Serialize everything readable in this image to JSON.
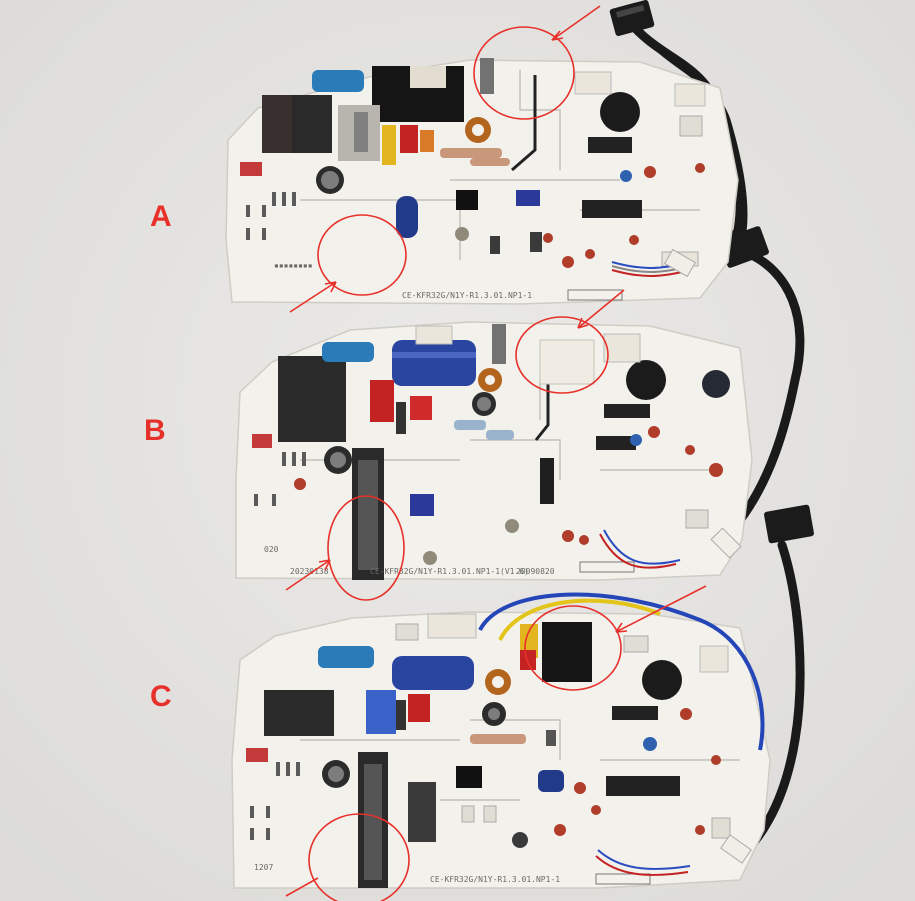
{
  "labels": {
    "board_a": "A",
    "board_b": "B",
    "board_c": "C"
  },
  "silkscreen": {
    "board_a_code": "CE-KFR32G/N1Y-R1.3.01.NP1-1",
    "board_b_code": "CE-KFR32G/N1Y-R1.3.01.NP1-1(V1.6)",
    "board_b_date": "20090820",
    "board_b_date_left": "20230138",
    "board_c_code": "CE-KFR32G/N1Y-R1.3.01.NP1-1",
    "board_b_small": "020",
    "board_c_small": "1207"
  },
  "colors": {
    "background": "#e6e5e3",
    "pcb": "#f3f1ec",
    "annotation": "#e8302a",
    "cable": "#1a1a1a",
    "blue_wire": "#2546b8",
    "yellow_wire": "#e3c41a"
  }
}
